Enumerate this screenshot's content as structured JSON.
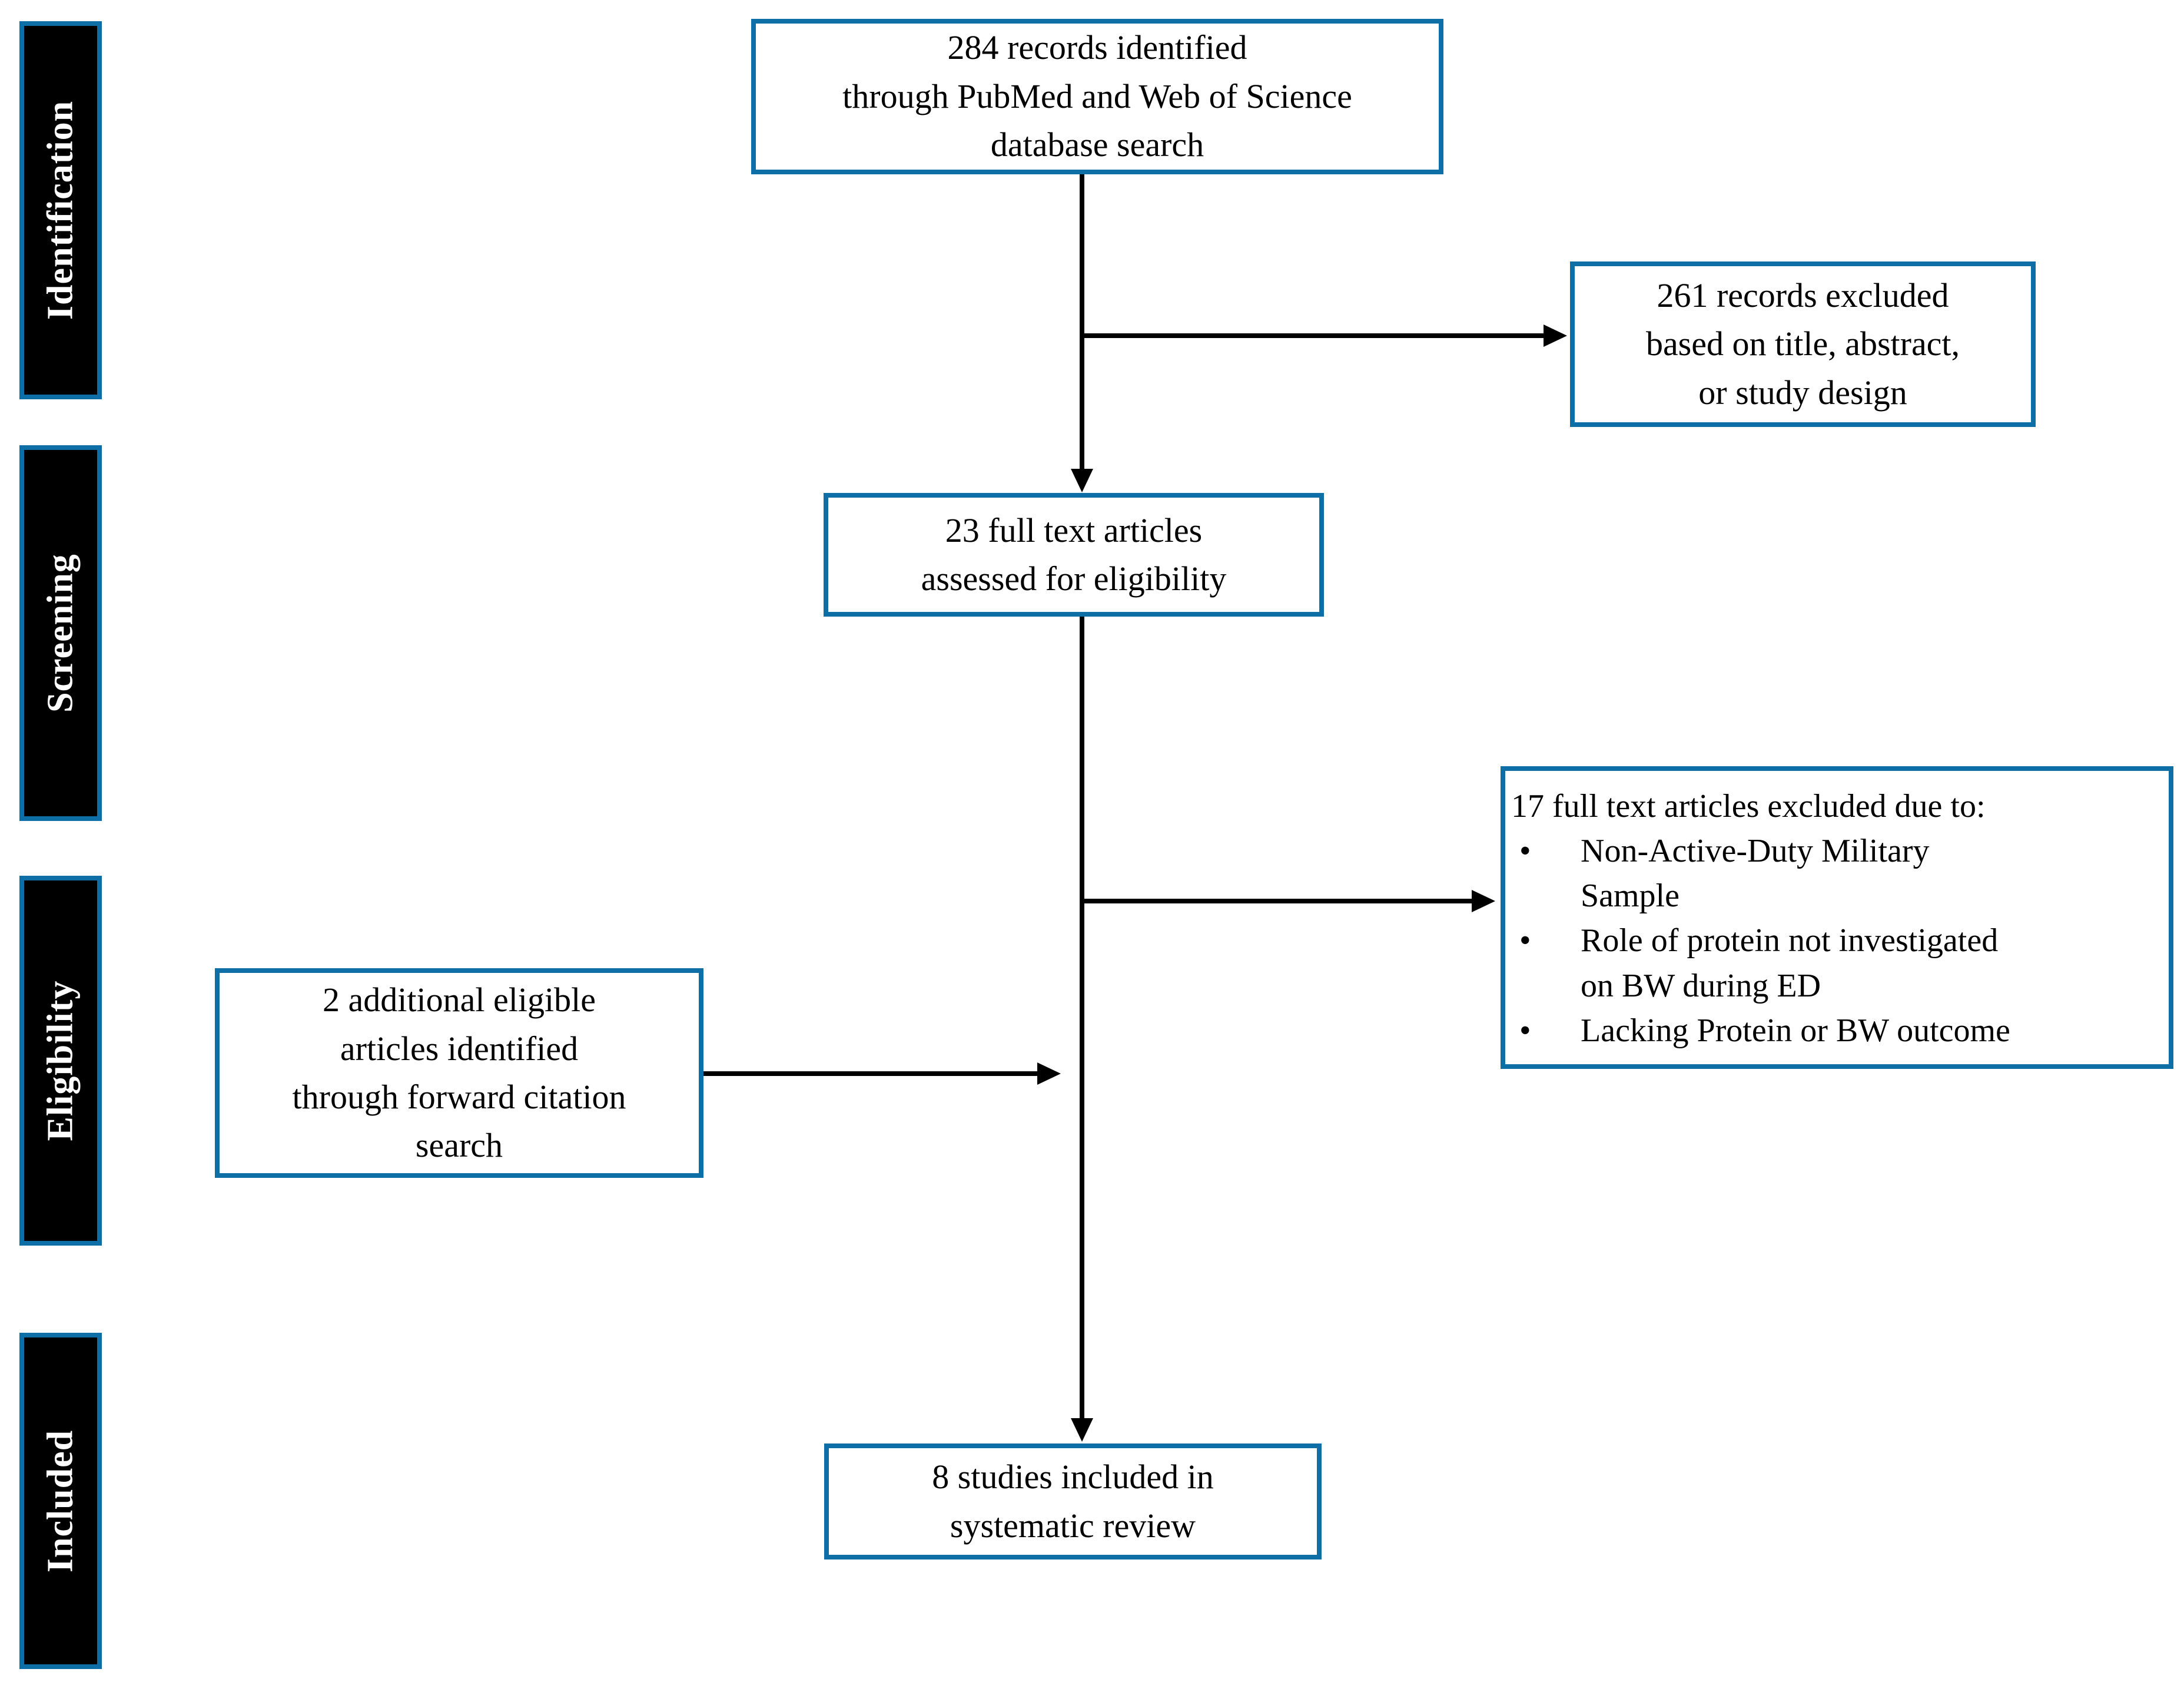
{
  "diagram": {
    "stages": [
      {
        "label": "Identification"
      },
      {
        "label": "Screening"
      },
      {
        "label": "Eligibility"
      },
      {
        "label": "Included"
      }
    ],
    "boxes": {
      "identified": {
        "text": "284 records identified\nthrough PubMed and Web of Science\ndatabase search"
      },
      "excluded_screening": {
        "text": "261 records excluded\nbased on title, abstract,\nor study design"
      },
      "fulltext_assessed": {
        "text": "23 full text articles\nassessed for eligibility"
      },
      "fulltext_excluded": {
        "title": "17 full text articles excluded due to:",
        "bullet_char": "•",
        "bullets": [
          "Non-Active-Duty Military\nSample",
          "Role of protein not investigated\non BW during ED",
          "Lacking Protein or BW outcome"
        ]
      },
      "additional": {
        "text": "2 additional eligible\narticles identified\nthrough forward citation\nsearch"
      },
      "included": {
        "text": "8 studies included in\nsystematic review"
      }
    },
    "colors": {
      "accent_blue": "#0e6fa6",
      "stage_fill": "#000000",
      "stage_text": "#ffffff",
      "box_fill": "#ffffff",
      "text": "#000000",
      "arrow": "#000000"
    }
  }
}
